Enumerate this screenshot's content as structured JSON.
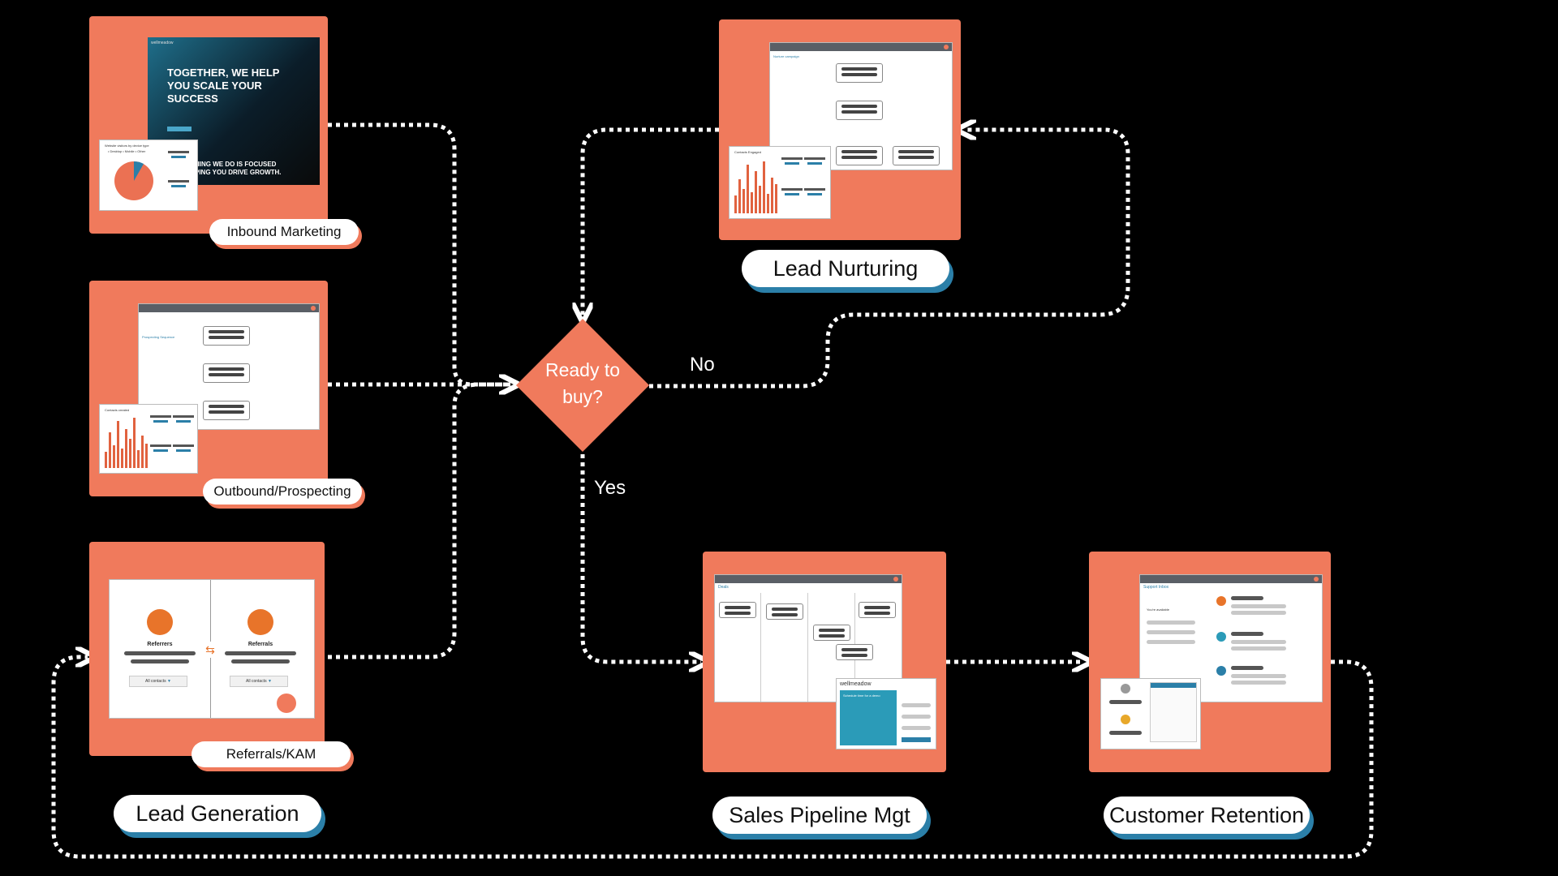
{
  "decision": {
    "label_line1": "Ready to",
    "label_line2": "buy?",
    "no_label": "No",
    "yes_label": "Yes"
  },
  "cards": {
    "inbound": {
      "label": "Inbound Marketing",
      "hero_line1": "TOGETHER, WE HELP",
      "hero_line2": "YOU SCALE YOUR",
      "hero_line3": "SUCCESS",
      "sub_line1": "HING WE DO IS FOCUSED",
      "sub_line2": "PING YOU DRIVE GROWTH.",
      "brand": "wellmeadow",
      "pie_title": "Website visitors by device type",
      "pie_legend": "• Desktop • Mobile • Other"
    },
    "outbound": {
      "label": "Outbound/Prospecting",
      "sequence_title": "Prospecting Sequence",
      "stats_title": "Contacts created"
    },
    "referrals": {
      "label": "Referrals/KAM",
      "left_title": "Referrers",
      "right_title": "Referrals",
      "filter": "All contacts"
    },
    "nurturing": {
      "label": "Lead Nurturing",
      "campaign_title": "Nurture campaign",
      "stats_title": "Contacts Engaged"
    },
    "pipeline": {
      "label": "Sales Pipeline Mgt",
      "board_title": "Deals",
      "widget_brand": "wellmeadow",
      "widget_text": "Schedule time for a demo"
    },
    "retention": {
      "label": "Customer Retention",
      "inbox_title": "Support Inbox",
      "status": "You're available"
    }
  },
  "group_label": "Lead Generation",
  "colors": {
    "card": "#F07A5C",
    "accent_blue": "#2B7FA8",
    "background": "#000000",
    "connector": "#FFFFFF"
  }
}
